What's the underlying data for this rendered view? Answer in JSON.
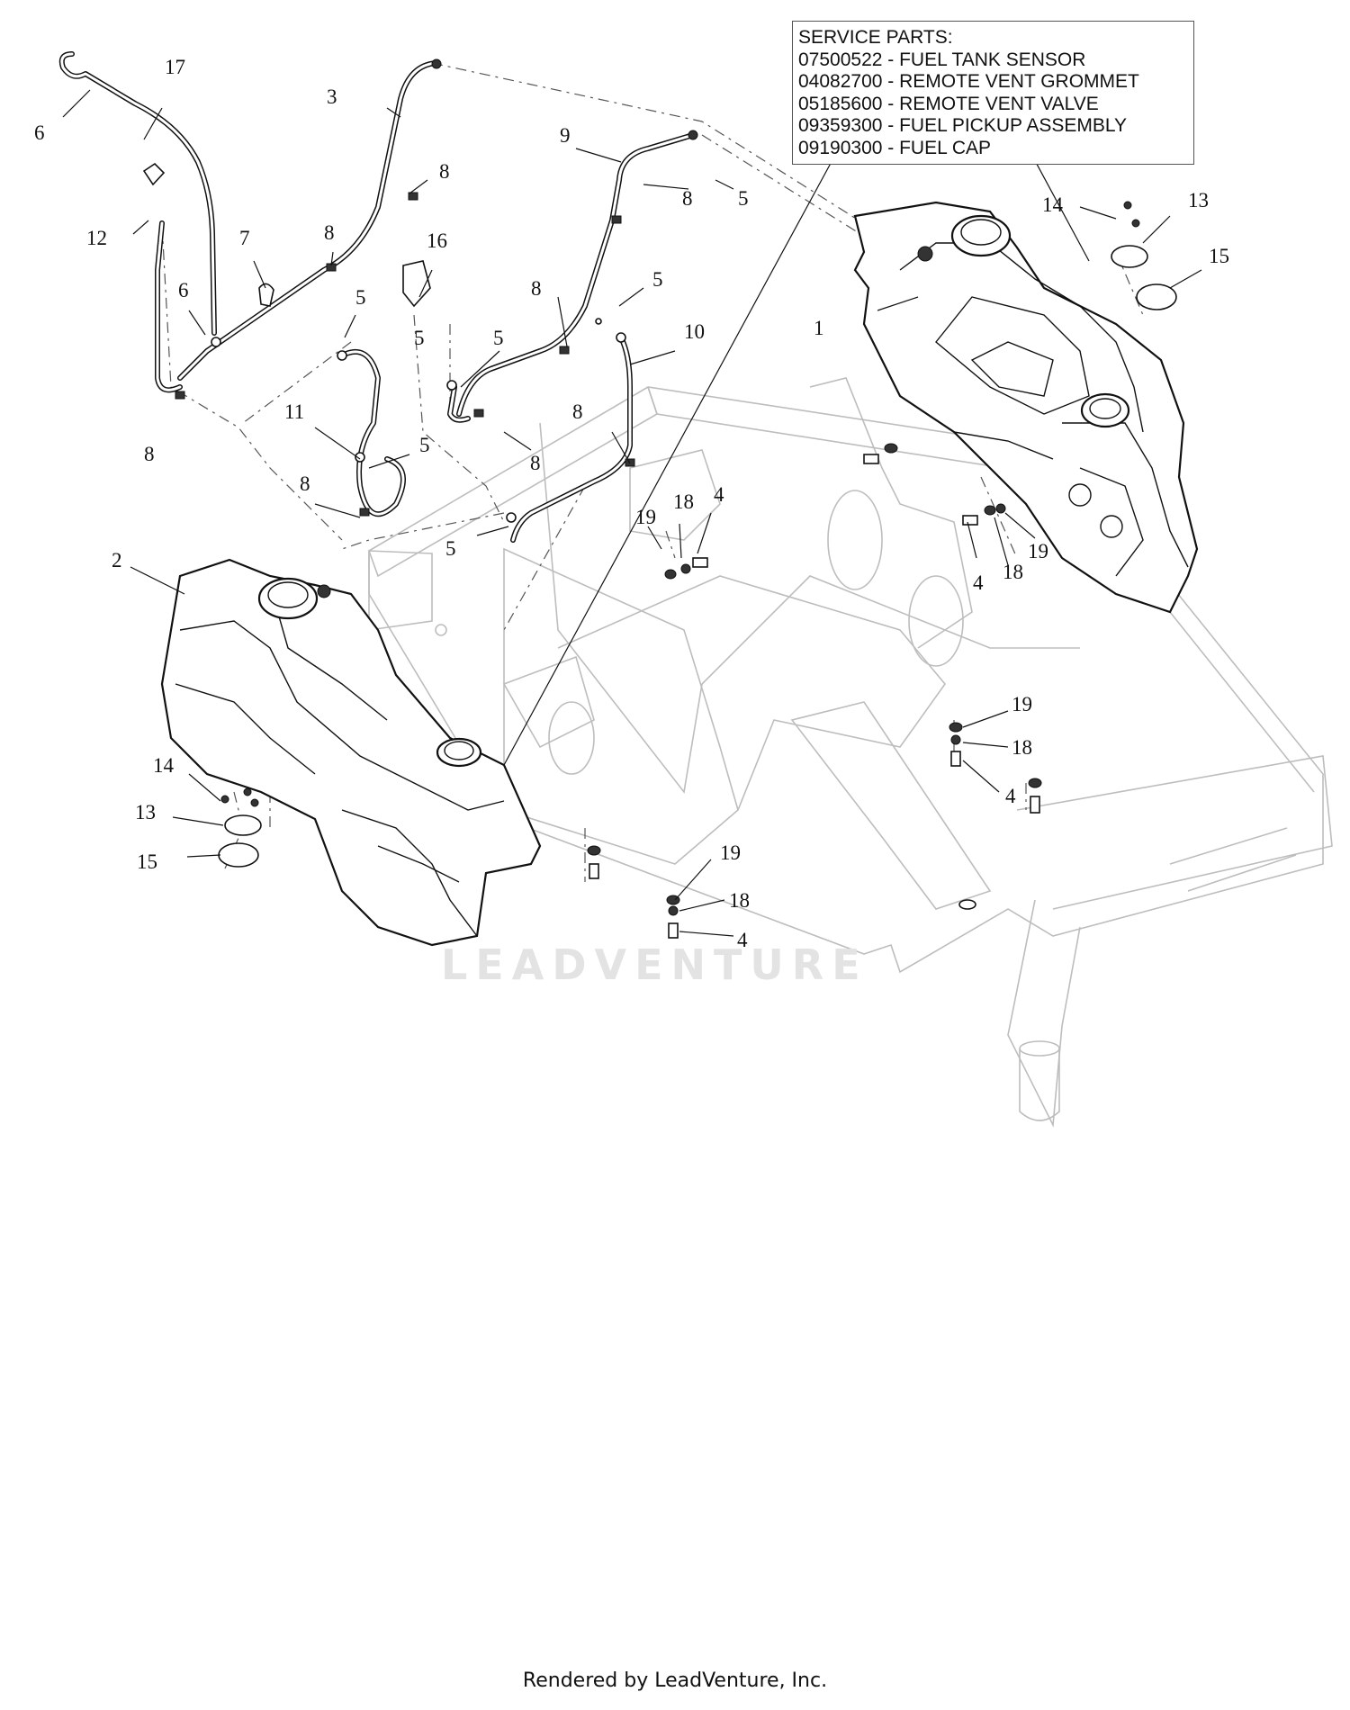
{
  "service_parts": {
    "heading": "SERVICE PARTS:",
    "items": [
      "07500522 - FUEL TANK SENSOR",
      "04082700 - REMOTE VENT GROMMET",
      "05185600 - REMOTE VENT VALVE",
      "09359300 - FUEL PICKUP ASSEMBLY",
      "09190300 - FUEL CAP"
    ]
  },
  "callouts": [
    "17",
    "3",
    "6",
    "9",
    "8",
    "8",
    "5",
    "8",
    "12",
    "7",
    "16",
    "5",
    "8",
    "6",
    "5",
    "8",
    "5",
    "10",
    "5",
    "1",
    "11",
    "5",
    "8",
    "8",
    "8",
    "5",
    "2",
    "14",
    "13",
    "15",
    "19",
    "18",
    "4",
    "19",
    "18",
    "4",
    "19",
    "18",
    "4",
    "19",
    "18",
    "4",
    "14",
    "13",
    "15"
  ],
  "watermark": "LEADVENTURE",
  "footer": "Rendered by LeadVenture, Inc."
}
